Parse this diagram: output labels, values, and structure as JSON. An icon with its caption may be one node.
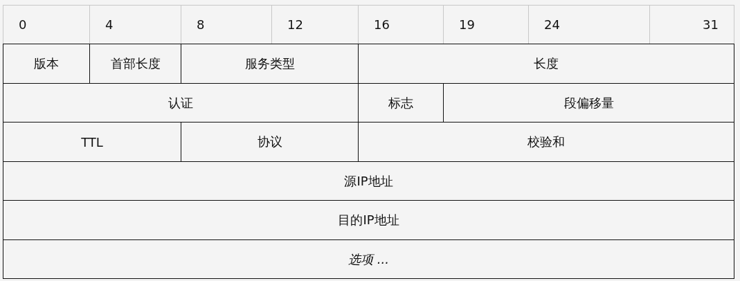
{
  "diagram": {
    "labels": [
      "0",
      "4",
      "8",
      "12",
      "16",
      "19",
      "24",
      "31",
      "版本",
      "首部长度",
      "服务类型",
      "长度",
      "认证",
      "标志",
      "段偏移量",
      "TTL",
      "协议",
      "校验和",
      "源IP地址",
      "目的IP地址",
      "选项 ..."
    ]
  }
}
